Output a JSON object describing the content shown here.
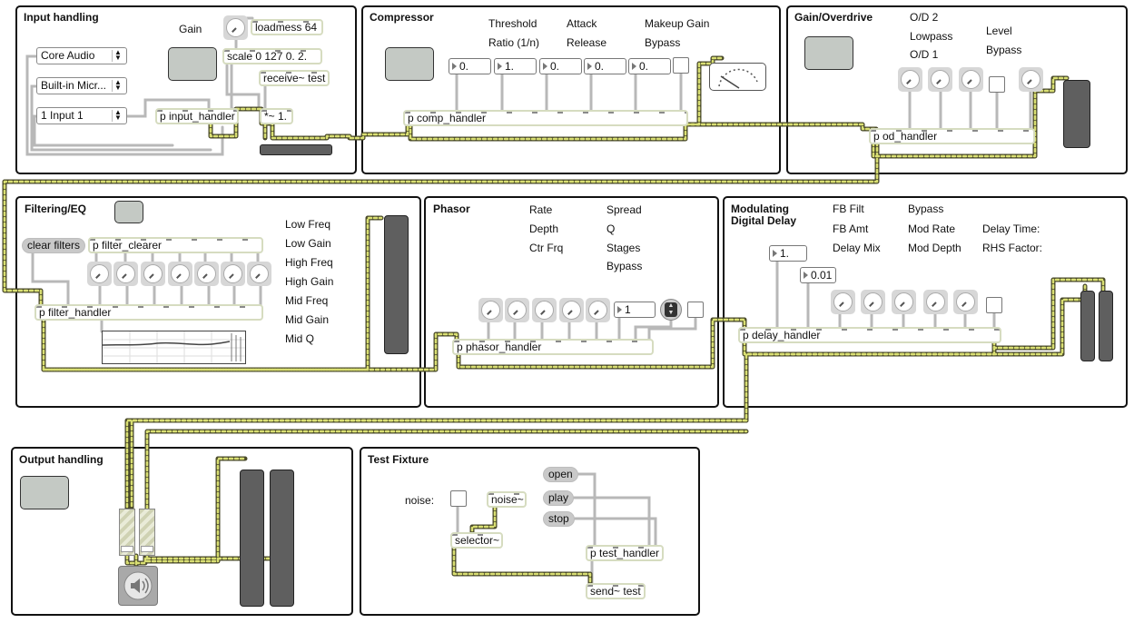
{
  "input": {
    "title": "Input handling",
    "gain_label": "Gain",
    "loadmess": "loadmess 64",
    "scale": "scale 0 127 0. 2.",
    "receive": "receive~ test",
    "handler": "p input_handler",
    "multiply": "*~ 1.",
    "driver_menu": "Core Audio",
    "device_menu": "Built-in Micr...",
    "channel_menu": "1 Input 1"
  },
  "compressor": {
    "title": "Compressor",
    "threshold": "Threshold",
    "ratio": "Ratio (1/n)",
    "attack": "Attack",
    "release": "Release",
    "makeup": "Makeup Gain",
    "bypass": "Bypass",
    "numbers": [
      "0.",
      "1.",
      "0.",
      "0.",
      "0."
    ],
    "handler": "p comp_handler"
  },
  "overdrive": {
    "title": "Gain/Overdrive",
    "od2": "O/D 2",
    "lowpass": "Lowpass",
    "od1": "O/D 1",
    "level": "Level",
    "bypass": "Bypass",
    "handler": "p od_handler"
  },
  "filter": {
    "title": "Filtering/EQ",
    "clear_msg": "clear filters",
    "clearer": "p filter_clearer",
    "handler": "p filter_handler",
    "labels": [
      "Low Freq",
      "Low Gain",
      "High Freq",
      "High Gain",
      "Mid Freq",
      "Mid Gain",
      "Mid Q"
    ]
  },
  "phasor": {
    "title": "Phasor",
    "rate": "Rate",
    "depth": "Depth",
    "ctr": "Ctr Frq",
    "spread": "Spread",
    "q": "Q",
    "stages": "Stages",
    "bypass": "Bypass",
    "stages_value": "1",
    "handler": "p phasor_handler"
  },
  "delay": {
    "title1": "Modulating",
    "title2": "Digital Delay",
    "fbfilt": "FB Filt",
    "fbamt": "FB Amt",
    "mix": "Delay Mix",
    "bypass": "Bypass",
    "modrate": "Mod Rate",
    "moddepth": "Mod Depth",
    "delaytime": "Delay Time:",
    "rhs": "RHS Factor:",
    "num1": "1.",
    "num2": "0.01",
    "handler": "p delay_handler"
  },
  "output": {
    "title": "Output handling"
  },
  "fixture": {
    "title": "Test Fixture",
    "noise_label": "noise:",
    "noise_obj": "noise~",
    "selector": "selector~",
    "open": "open",
    "play": "play",
    "stop": "stop",
    "handler": "p test_handler",
    "send": "send~ test"
  }
}
